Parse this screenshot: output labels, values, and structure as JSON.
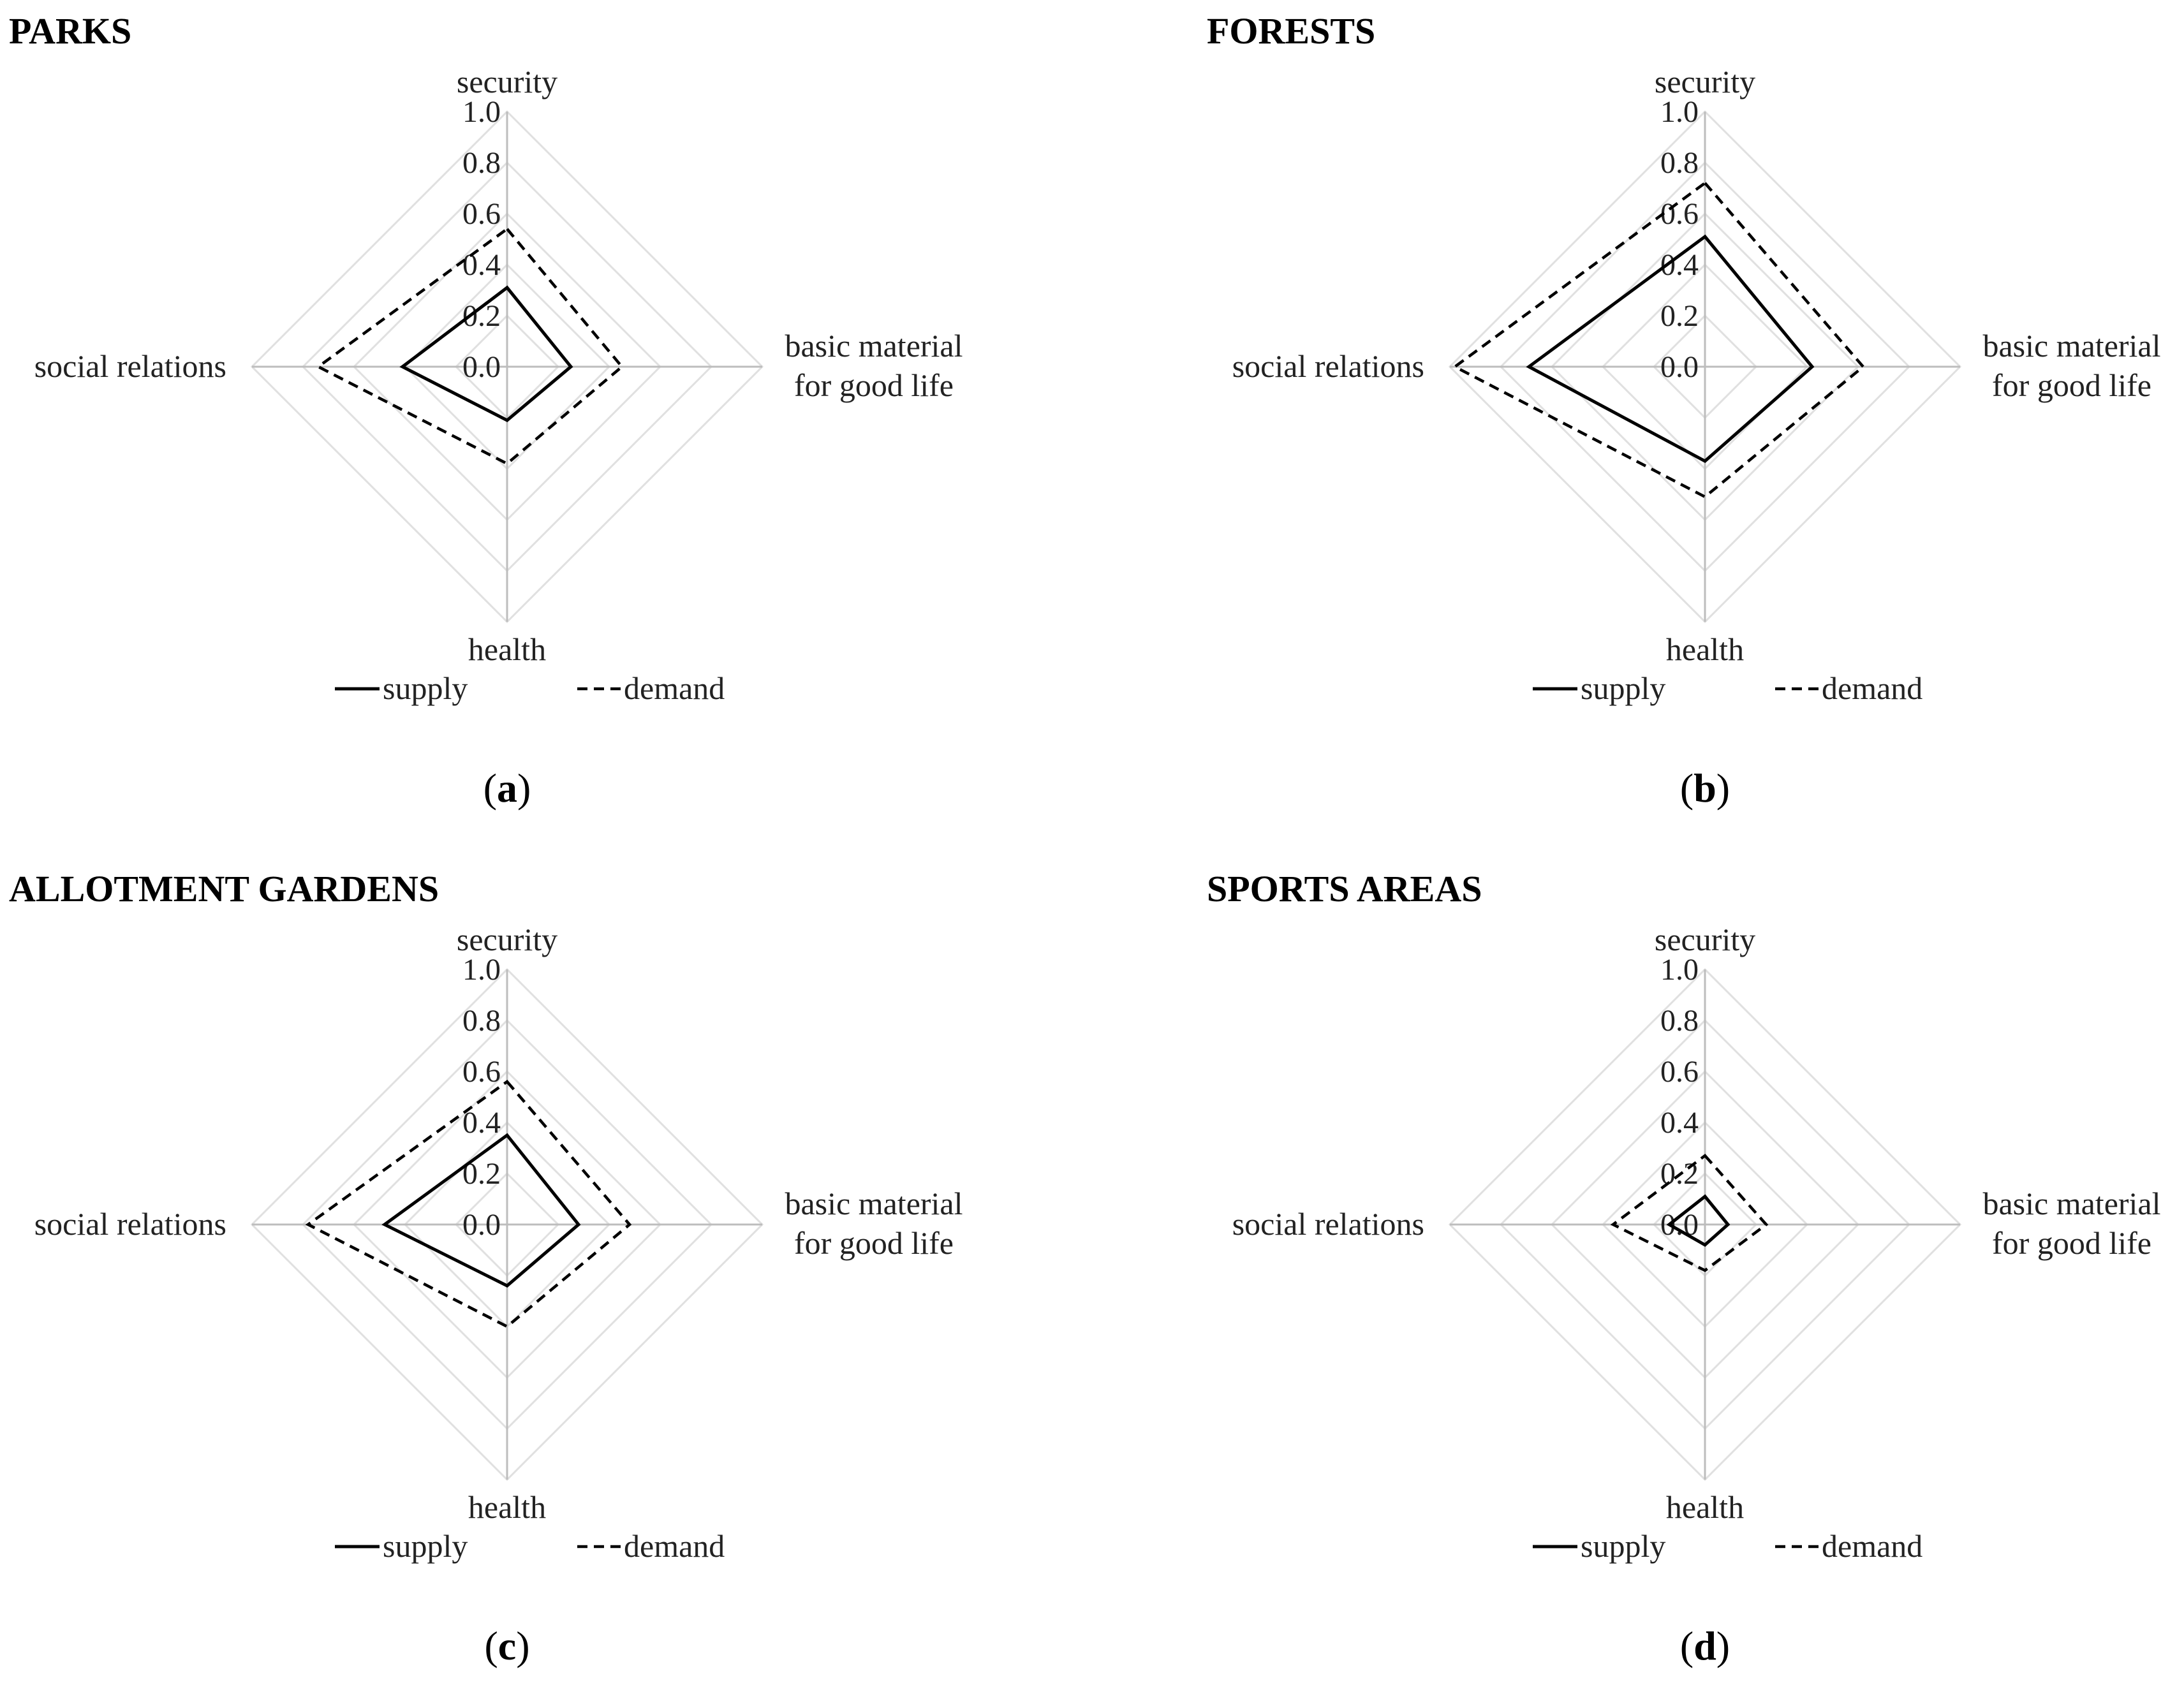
{
  "chart_data": [
    {
      "type": "radar",
      "title": "PARKS",
      "caption_letter": "a",
      "axes": [
        "security",
        "basic material|for good life",
        "health",
        "social relations"
      ],
      "ticks": [
        "0.0",
        "0.2",
        "0.4",
        "0.6",
        "0.8",
        "1.0"
      ],
      "range": [
        0,
        1
      ],
      "series": [
        {
          "name": "supply",
          "values": [
            0.31,
            0.25,
            0.21,
            0.41
          ]
        },
        {
          "name": "demand",
          "values": [
            0.54,
            0.45,
            0.38,
            0.74
          ]
        }
      ]
    },
    {
      "type": "radar",
      "title": "FORESTS",
      "caption_letter": "b",
      "axes": [
        "security",
        "basic material|for good life",
        "health",
        "social relations"
      ],
      "ticks": [
        "0.0",
        "0.2",
        "0.4",
        "0.6",
        "0.8",
        "1.0"
      ],
      "range": [
        0,
        1
      ],
      "series": [
        {
          "name": "supply",
          "values": [
            0.51,
            0.42,
            0.37,
            0.69
          ]
        },
        {
          "name": "demand",
          "values": [
            0.72,
            0.62,
            0.51,
            0.98
          ]
        }
      ]
    },
    {
      "type": "radar",
      "title": "ALLOTMENT GARDENS",
      "caption_letter": "c",
      "axes": [
        "security",
        "basic material|for good life",
        "health",
        "social relations"
      ],
      "ticks": [
        "0.0",
        "0.2",
        "0.4",
        "0.6",
        "0.8",
        "1.0"
      ],
      "range": [
        0,
        1
      ],
      "series": [
        {
          "name": "supply",
          "values": [
            0.35,
            0.28,
            0.24,
            0.48
          ]
        },
        {
          "name": "demand",
          "values": [
            0.56,
            0.48,
            0.4,
            0.78
          ]
        }
      ]
    },
    {
      "type": "radar",
      "title": "SPORTS AREAS",
      "caption_letter": "d",
      "axes": [
        "security",
        "basic material|for good life",
        "health",
        "social relations"
      ],
      "ticks": [
        "0.0",
        "0.2",
        "0.4",
        "0.6",
        "0.8",
        "1.0"
      ],
      "range": [
        0,
        1
      ],
      "series": [
        {
          "name": "supply",
          "values": [
            0.11,
            0.09,
            0.08,
            0.14
          ]
        },
        {
          "name": "demand",
          "values": [
            0.27,
            0.24,
            0.18,
            0.36
          ]
        }
      ]
    }
  ],
  "legend": {
    "supply": "supply",
    "demand": "demand"
  },
  "colors": {
    "line": "#000000",
    "grid": "#e0e0e0",
    "spoke": "#bdbdbd"
  }
}
